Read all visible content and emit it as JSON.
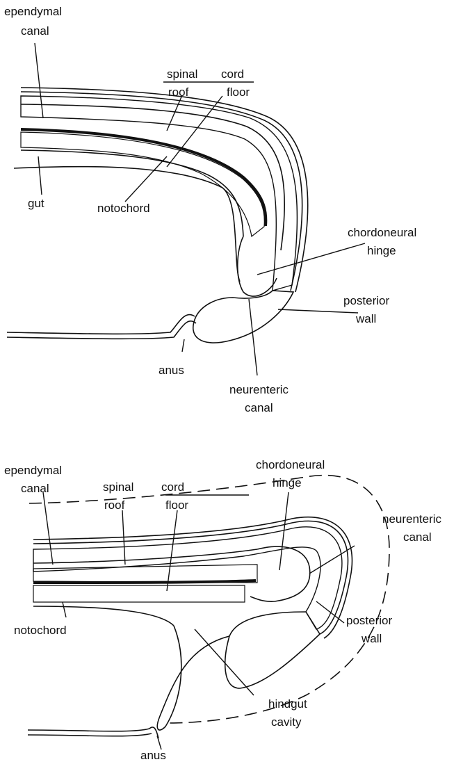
{
  "top_diagram": {
    "labels": {
      "ependymal_canal_1": "ependymal",
      "ependymal_canal_2": "canal",
      "spinal": "spinal",
      "cord": "cord",
      "roof": "roof",
      "floor": "floor",
      "gut": "gut",
      "notochord": "notochord",
      "chordoneural_hinge_1": "chordoneural",
      "chordoneural_hinge_2": "hinge",
      "posterior_wall_1": "posterior",
      "posterior_wall_2": "wall",
      "anus": "anus",
      "neurenteric_canal_1": "neurenteric",
      "neurenteric_canal_2": "canal"
    }
  },
  "bottom_diagram": {
    "labels": {
      "ependymal_canal_1": "ependymal",
      "ependymal_canal_2": "canal",
      "spinal": "spinal",
      "cord": "cord",
      "roof": "roof",
      "floor": "floor",
      "chordoneural_hinge_1": "chordoneural",
      "chordoneural_hinge_2": "hinge",
      "neurenteric_canal_1": "neurenteric",
      "neurenteric_canal_2": "canal",
      "notochord": "notochord",
      "posterior_wall_1": "posterior",
      "posterior_wall_2": "wall",
      "hindgut_cavity_1": "hindgut",
      "hindgut_cavity_2": "cavity",
      "anus": "anus"
    }
  },
  "colors": {
    "ink": "#111111",
    "background": "#ffffff"
  }
}
